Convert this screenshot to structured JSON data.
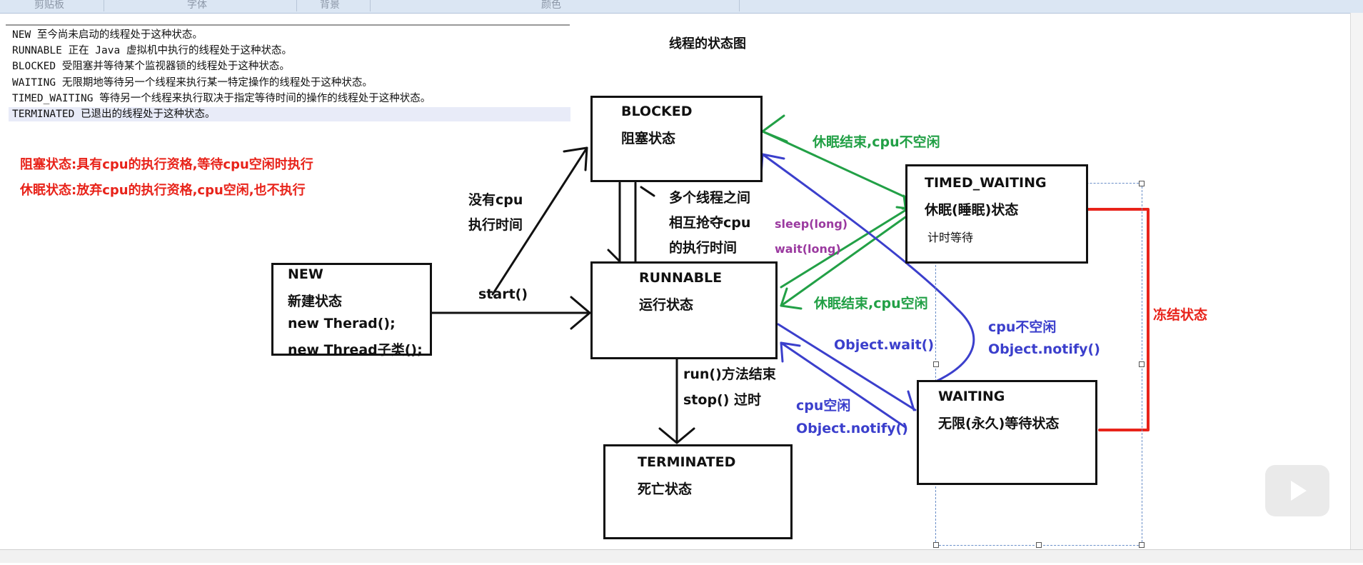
{
  "ribbon": {
    "groups": [
      "剪贴板",
      "字体",
      "背景",
      "颜色"
    ]
  },
  "code_lines": [
    "NEW 至今尚未启动的线程处于这种状态。",
    "RUNNABLE 正在 Java 虚拟机中执行的线程处于这种状态。",
    "BLOCKED 受阻塞并等待某个监视器锁的线程处于这种状态。",
    "WAITING 无限期地等待另一个线程来执行某一特定操作的线程处于这种状态。",
    "TIMED_WAITING 等待另一个线程来执行取决于指定等待时间的操作的线程处于这种状态。",
    "TERMINATED 已退出的线程处于这种状态。"
  ],
  "notes": {
    "blocked": "阻塞状态:具有cpu的执行资格,等待cpu空闲时执行",
    "sleeping": "休眠状态:放弃cpu的执行资格,cpu空闲,也不执行"
  },
  "diagram_title": "线程的状态图",
  "states": {
    "new": {
      "name": "NEW",
      "desc": "新建状态",
      "line1": "new Therad();",
      "line2": "new Thread子类();"
    },
    "blocked": {
      "name": "BLOCKED",
      "desc": "阻塞状态"
    },
    "runnable": {
      "name": "RUNNABLE",
      "desc": "运行状态"
    },
    "timed_waiting": {
      "name": "TIMED_WAITING",
      "desc": "休眠(睡眠)状态",
      "sub": "计时等待"
    },
    "waiting": {
      "name": "WAITING",
      "desc": "无限(永久)等待状态"
    },
    "terminated": {
      "name": "TERMINATED",
      "desc": "死亡状态"
    }
  },
  "transitions": {
    "start": "start()",
    "no_cpu_1": "没有cpu",
    "no_cpu_2": "执行时间",
    "compete_1": "多个线程之间",
    "compete_2": "相互抢夺cpu",
    "compete_3": "的执行时间",
    "sleep_end_busy": "休眠结束,cpu不空闲",
    "sleep_long": "sleep(long)",
    "wait_long": "wait(long)",
    "sleep_end_idle": "休眠结束,cpu空闲",
    "object_wait": "Object.wait()",
    "cpu_busy": "cpu不空闲",
    "notify_1": "Object.notify()",
    "cpu_idle": "cpu空闲",
    "notify_2": "Object.notify()",
    "run_end": "run()方法结束",
    "stop": "stop() 过时",
    "frozen": "冻结状态"
  },
  "colors": {
    "green": "#22a046",
    "blue": "#3b3fcc",
    "red": "#e8231a",
    "purple": "#9b3aa0",
    "black": "#111111"
  }
}
